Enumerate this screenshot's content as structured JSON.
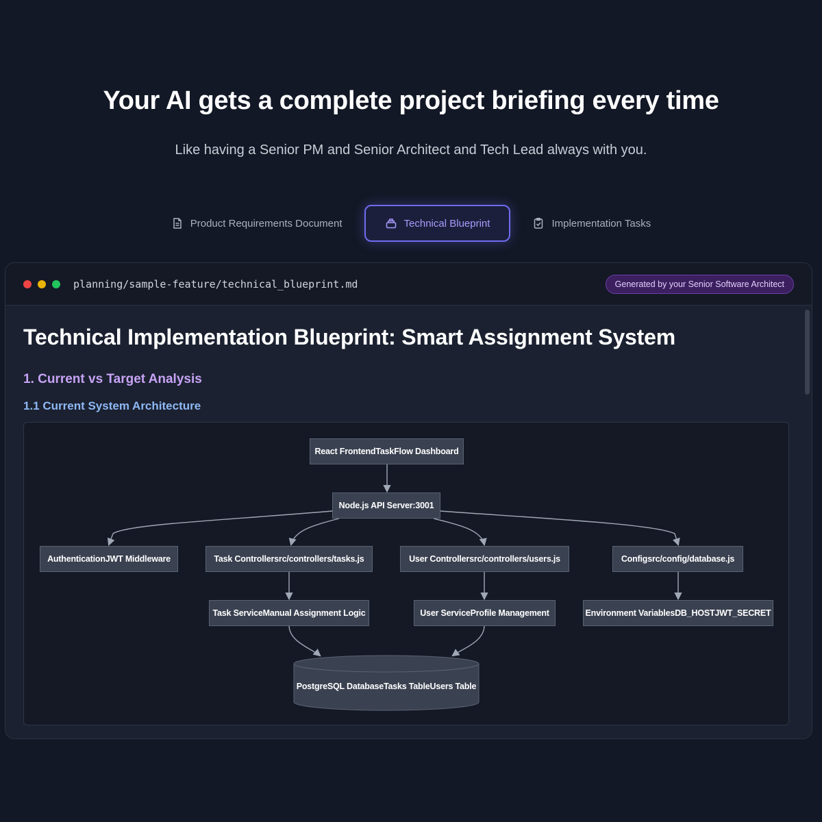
{
  "hero": {
    "title": "Your AI gets a complete project briefing every time",
    "subtitle": "Like having a Senior PM and Senior Architect and Tech Lead always with you."
  },
  "tabs": [
    {
      "label": "Product Requirements Document",
      "icon": "document-icon",
      "active": false
    },
    {
      "label": "Technical Blueprint",
      "icon": "layers-icon",
      "active": true
    },
    {
      "label": "Implementation Tasks",
      "icon": "clipboard-check-icon",
      "active": false
    }
  ],
  "window": {
    "file_path": "planning/sample-feature/technical_blueprint.md",
    "badge": "Generated by your Senior Software Architect"
  },
  "document": {
    "title": "Technical Implementation Blueprint: Smart Assignment System",
    "section": "1. Current vs Target Analysis",
    "subsection": "1.1 Current System Architecture"
  },
  "diagram": {
    "nodes": {
      "frontend": "React FrontendTaskFlow Dashboard",
      "api": "Node.js API Server:3001",
      "auth": "AuthenticationJWT Middleware",
      "task_controller": "Task Controllersrc/controllers/tasks.js",
      "user_controller": "User Controllersrc/controllers/users.js",
      "config": "Configsrc/config/database.js",
      "task_service": "Task ServiceManual Assignment Logic",
      "user_service": "User ServiceProfile Management",
      "env": "Environment VariablesDB_HOSTJWT_SECRET",
      "database": "PostgreSQL DatabaseTasks TableUsers Table"
    }
  },
  "colors": {
    "background": "#131826",
    "accent": "#6f6cf0",
    "section_heading": "#c7a3f5",
    "subsection_heading": "#8fb8f5",
    "node_fill": "#3a4150"
  }
}
